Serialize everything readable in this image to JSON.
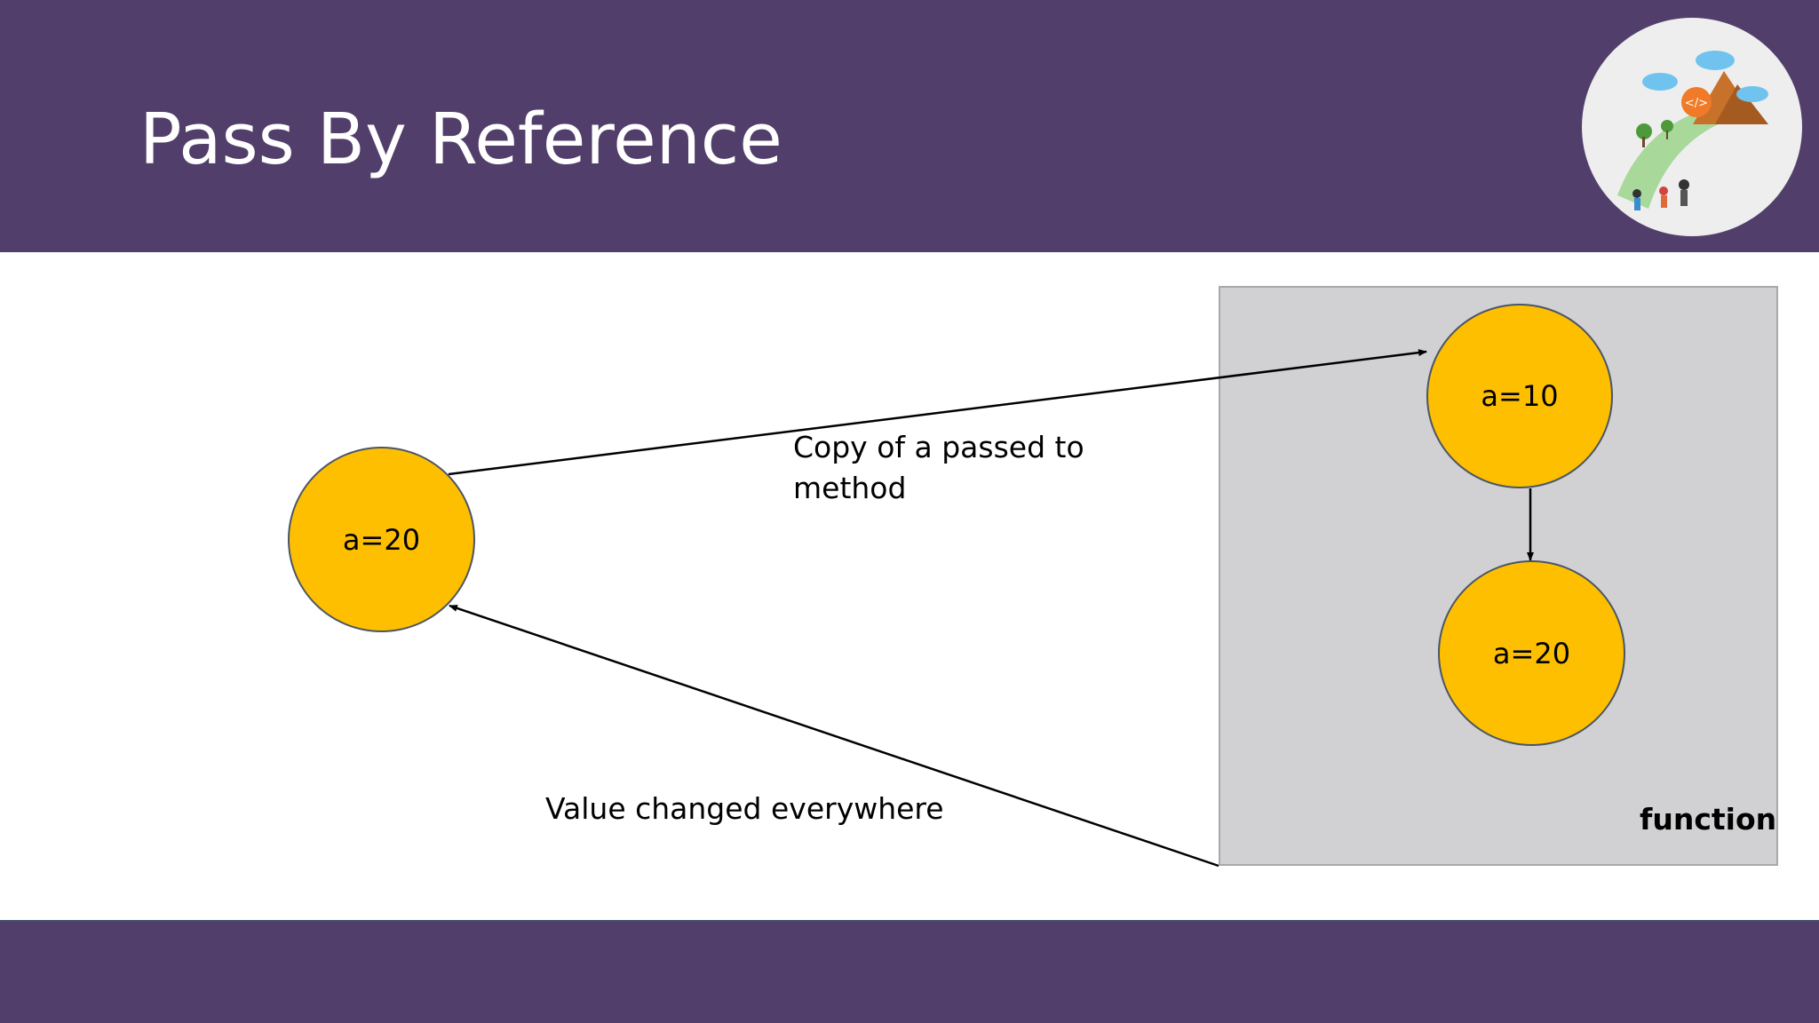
{
  "slide": {
    "title": "Pass By Reference",
    "colors": {
      "band": "#523e6a",
      "node_fill": "#fdbf00",
      "function_box": "#d1d0d3"
    }
  },
  "diagram": {
    "outer_node": {
      "label": "a=20"
    },
    "function_box": {
      "label": "function",
      "nodes": [
        {
          "label": "a=10"
        },
        {
          "label": "a=20"
        }
      ]
    },
    "edges": [
      {
        "from": "outer_node",
        "to": "function.a=10",
        "label": "Copy of a passed to method"
      },
      {
        "from": "function.a=10",
        "to": "function.a=20",
        "label": ""
      },
      {
        "from": "function_box",
        "to": "outer_node",
        "label": "Value changed everywhere"
      }
    ],
    "labels": {
      "copy_line1": "Copy of a passed to",
      "copy_line2": "method",
      "changed": "Value changed everywhere"
    }
  },
  "logo": {
    "icon": "coding-journey-logo-icon",
    "code_symbol": "</>"
  }
}
